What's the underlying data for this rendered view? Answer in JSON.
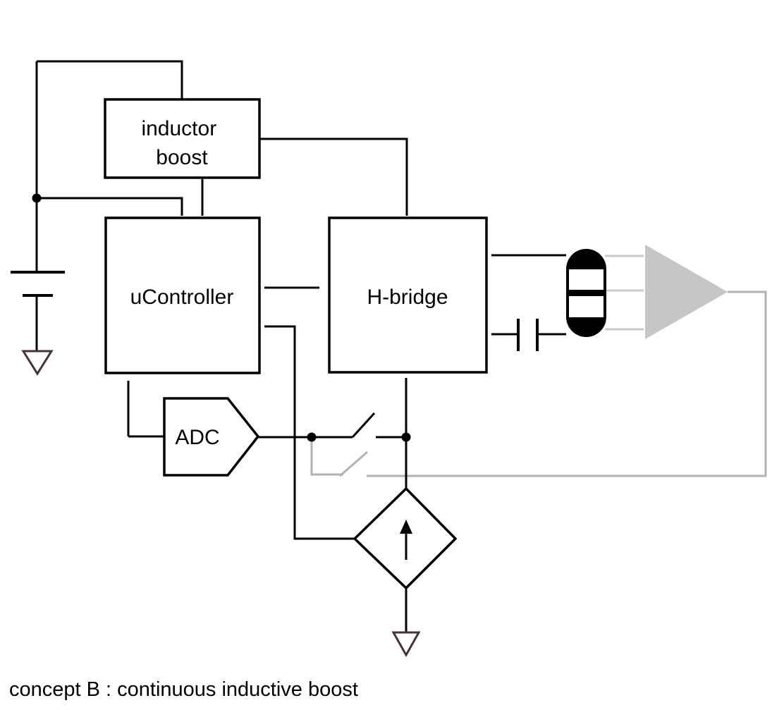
{
  "diagram": {
    "caption": "concept B : continuous inductive boost",
    "blocks": {
      "inductor_boost": {
        "line1": "inductor",
        "line2": "boost"
      },
      "ucontroller": {
        "label": "uController"
      },
      "hbridge": {
        "label": "H-bridge"
      },
      "adc": {
        "label": "ADC"
      }
    },
    "icons": {
      "battery": "battery-icon",
      "ground_left": "ground-icon",
      "ground_bottom": "ground-icon",
      "switch_active": "switch-open-icon",
      "switch_alternate": "switch-alternate-gray-icon",
      "capacitor": "capacitor-icon",
      "flash_lamp": "flash-lamp-icon",
      "amplifier": "amplifier-triangle-icon",
      "current_source": "current-source-diamond-icon"
    },
    "colors": {
      "wire": "#000000",
      "feedback_gray": "#b3b3b3",
      "stub_gray": "#c9c9c9",
      "amp_fill": "#c6c6c6",
      "ground_stroke": "#463339",
      "background": "#ffffff"
    }
  }
}
